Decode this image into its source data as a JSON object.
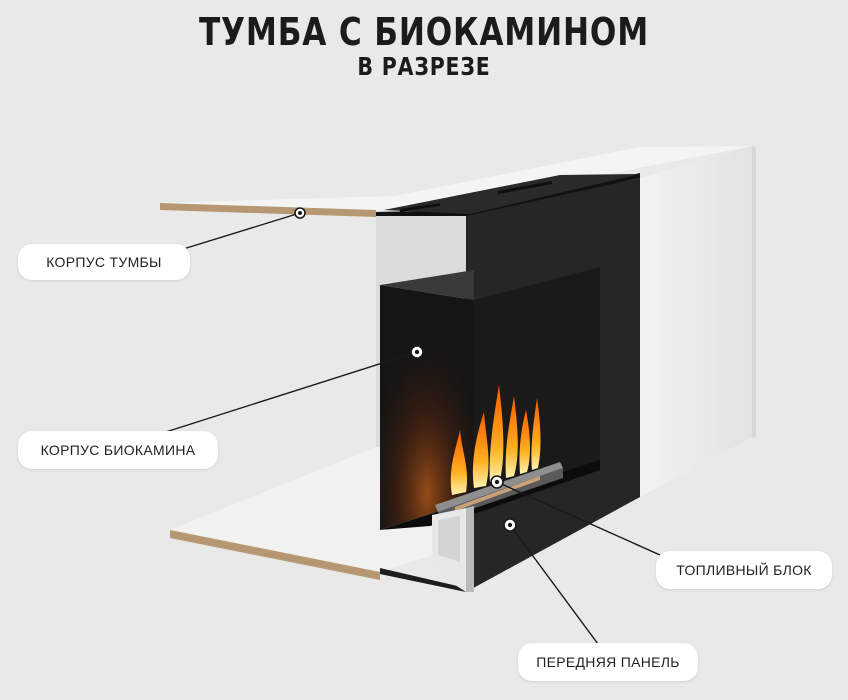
{
  "title": {
    "main": "ТУМБА С БИОКАМИНОМ",
    "subtitle": "В РАЗРЕЗЕ"
  },
  "labels": {
    "cabinet_body": "КОРПУС ТУМБЫ",
    "fireplace_body": "КОРПУС БИОКАМИНА",
    "fuel_block": "ТОПЛИВНЫЙ БЛОК",
    "front_panel": "ПЕРЕДНЯЯ ПАНЕЛЬ"
  },
  "colors": {
    "background": "#e9e9e9",
    "panel_white": "#f4f4f4",
    "panel_edge": "#b59872",
    "steel_black": "#252525",
    "flame": "#ff8a1c"
  }
}
